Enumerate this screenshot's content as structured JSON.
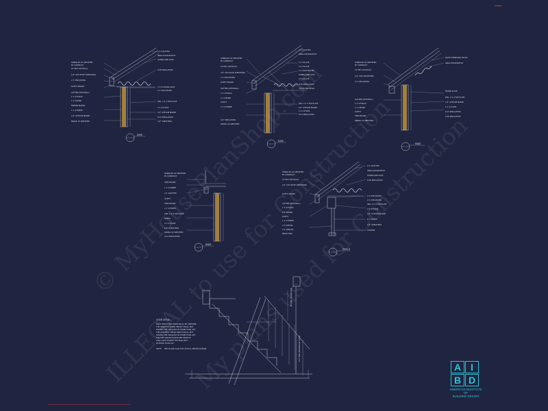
{
  "colors": {
    "background": "#1f2540",
    "linework": "#c9ccd8",
    "logo": "#27c6d8",
    "brick": "#d8a73a"
  },
  "watermarks": [
    "© MyHousePlanShop.com",
    "ILLEGAL to use for Construction",
    "My plans used for Construction"
  ],
  "details": {
    "d1": {
      "left": [
        "SHINGLES AS SPECIFIED",
        "BY CONTRACT",
        "15 FELT OR EQUAL",
        "1/2\" CDX ROOF SHEATHING",
        "2 X 4 BLOCKING",
        "SOFFIT BOARD",
        "GUTTER (OPTIONAL)",
        "1 X 4 FASCIA",
        "1 X 2 BAND",
        "FREEZE BOARD",
        "1 X 4 FRIEZE",
        "1/2\" GYPSUM BOARD",
        "BRACE AS SPECIFIED"
      ],
      "right": [
        "2 X 4 RAFTER",
        "INSULATION BAFFLE",
        "HURRICANE CLIPS",
        "R-38 INSULATION",
        "2 X 6 CEILING JOIST",
        "2 X 4 BLOCKING",
        "DBL. 2 X 4 TOP PLATE",
        "2 X 4 STUDS",
        "1/2\" GYPSUM BOARD",
        "R-13 INSULATION",
        "1/2\" SHEATHING"
      ],
      "title": "EAVE"
    },
    "d2": {
      "left": [
        "SHINGLES AS SPECIFIED",
        "BY CONTRACT",
        "15 FELT OR EQUAL",
        "1/2\" CDX ROOF SHEATHING",
        "2 X 4 BLOCKING",
        "SOFFIT BOARD",
        "GUTTER (OPTIONAL)",
        "1 X 4 FASCIA",
        "2 X 4 BAND",
        "SOFFIT",
        "1 X 4 FRIEZE",
        "1/2\" INSULATION",
        "SIDING AS SPECIFIED"
      ],
      "right": [
        "2 X 4 RAFTER",
        "INSULATION BAFFLE",
        "2 X 4 PLATE",
        "2 X 4 PLATE",
        "2 X 4 RAFTER TIE",
        "HURRICANE CLIPS",
        "2 X 4 PLATE",
        "R-38 INSULATION",
        "TRUSS PER MFGR.",
        "DBL. 2 X 4 TOP PLATE",
        "1/2\" GYPSUM BOARD",
        "2 X 4 STUDS",
        "R-13 INSULATION"
      ],
      "title": "EAVE"
    },
    "d3": {
      "left": [
        "SHINGLES AS SPECIFIED",
        "BY CONTRACT",
        "15 FELT OR EQUAL",
        "1/2\" CDX SHEATHING",
        "2 X 4 BLOCKING",
        "GUTTER (OPTIONAL)",
        "1 X 4 FASCIA",
        "1 X 2 BAND",
        "SOFFIT",
        "TRIM BOARD",
        "SIDING AS SPECIFIED"
      ],
      "right": [
        "ROOF OVERHANG TRUSS",
        "INSULATION BAFFLE",
        "FRIEZE PLATE",
        "DBL. 2 X 4 TOP PLATE",
        "1/2\" GYPSUM BOARD",
        "2 X 4 STUDS",
        "R-13 INSULATION",
        "R-30 INSULATION"
      ],
      "title": "RAKE"
    },
    "d4": {
      "left": [
        "SHINGLES AS SPECIFIED",
        "BY CONTRACT",
        "TRIM BOARD",
        "1 X 4 FRIEZE",
        "2 X 4 RAFTER",
        "SOFFIT",
        "TRIM BOARD",
        "1 X 4 FASCIA",
        "DBL. 2 X 4 TOP PLATE",
        "SOFFIT",
        "2 X 4 STUDS",
        "1/2\" SHEATHING",
        "SIDING AS SPECIFIED",
        "R-13 INSULATION"
      ],
      "title": "RAKE"
    },
    "d5": {
      "left": [
        "SHINGLES AS SPECIFIED",
        "BY CONTRACT",
        "15 FELT OR EQUAL",
        "1/2\" CDX ROOF SHEATHING",
        "SOFFIT BOARD",
        "GUTTER (OPTIONAL)",
        "1 X 4 FASCIA",
        "2 X 4 BAND",
        "SOFFIT",
        "1 X 4 FRIEZE",
        "2 X 6 BEAM",
        "2 X 4 BRACE",
        "BEAM TRIM"
      ],
      "right": [
        "2 X 4 RAFTER",
        "INSULATION BAFFLE",
        "HURRICANE CLIPS",
        "R-38 INSULATION",
        "2 X 6 BLOCKING",
        "2 X 4 BLOCKING",
        "DBL. 2 X 4 TOP PLATE",
        "2 X 4 STUDS",
        "1/2\" GYPSUM BOARD",
        "6 X 6 POST",
        "1/2\" SHEATHING",
        "COLUMN"
      ],
      "title": "PORCH"
    },
    "stair": {
      "title": "STAIR DETAIL",
      "notes": [
        "EACH TREAD AND RISER SHALL BE UNIFORM,",
        "THE GREATEST RISER HEIGHT SHALL NOT",
        "EXCEED THE SMALLEST BY MORE THAN 3/8\".",
        "THE GREATEST TREAD DEPTH SHALL NOT",
        "EXCEED THE SMALLEST BY MORE THAN 3/8\".",
        "THE TOP AND BOTTOM RISER HEIGHTS",
        "SHALL NOT EXCEED THE SMALLEST",
        "BY MORE THAN 3/8\"."
      ],
      "note_label": "NOTE:",
      "note_text": "SEE FLOOR PLAN FOR ACTUAL SPECIFICATIONS.",
      "vertical1": "36\" MIN. GUARD RAIL",
      "vertical2": "6'-8\" MIN. HEADROOM CLEAR"
    }
  },
  "logo": {
    "letters": [
      "A",
      "I",
      "B",
      "D"
    ],
    "line1": "AMERICAN INSTITUTE",
    "line2": "OF",
    "line3": "BUILDING DESIGN"
  }
}
